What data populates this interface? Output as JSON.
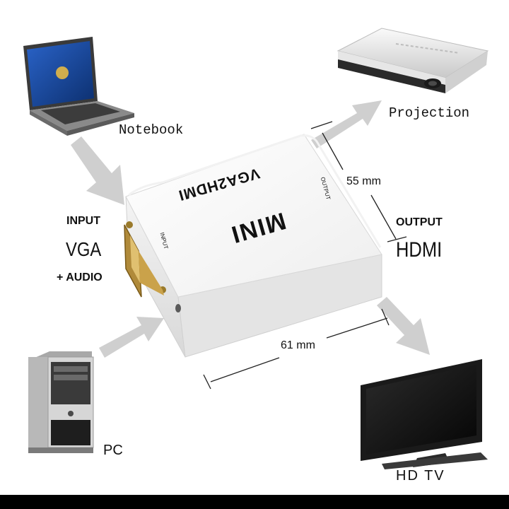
{
  "devices": {
    "notebook": "Notebook",
    "projection": "Projection",
    "pc": "PC",
    "tv": "HD TV"
  },
  "input": {
    "title": "INPUT",
    "type": "VGA",
    "extra": "+ AUDIO"
  },
  "output": {
    "title": "OUTPUT",
    "type": "HDMI"
  },
  "dimensions": {
    "depth": "55 mm",
    "width": "61 mm"
  },
  "adapter": {
    "model": "VGA2HDMI",
    "brand": "MINI",
    "input_port": "INPUT",
    "output_port": "OUTPUT"
  }
}
